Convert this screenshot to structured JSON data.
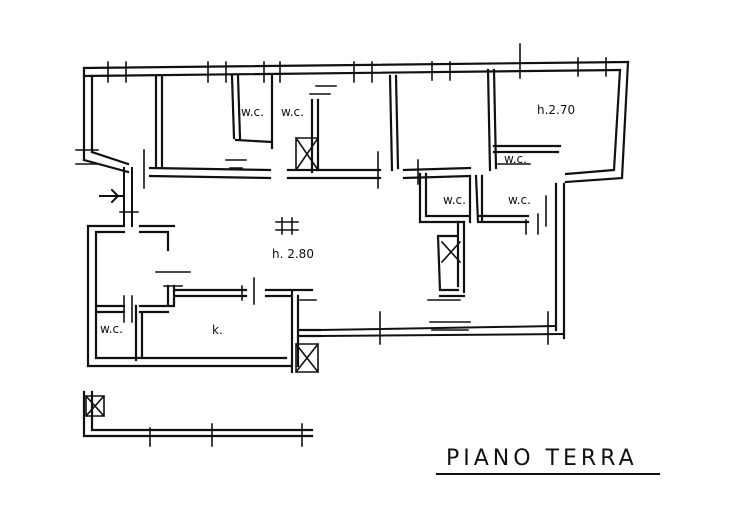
{
  "plan": {
    "title": "PIANO TERRA",
    "rooms": {
      "wc1": "w.c.",
      "wc2": "w.c.",
      "wc3": "w.c.",
      "wc4": "w.c.",
      "wc5": "w.c.",
      "wc6": "w.c.",
      "height_upper": "h.2.70",
      "height_main": "h. 2.80",
      "kitchen": "k."
    }
  },
  "colors": {
    "ink": "#111111",
    "paper": "#ffffff"
  }
}
